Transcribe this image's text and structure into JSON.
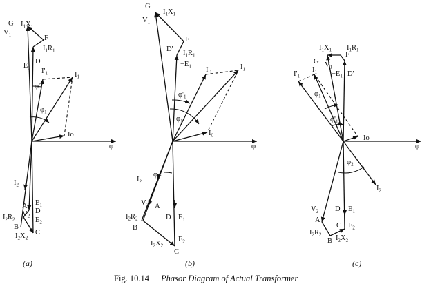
{
  "caption": {
    "fig_number": "Fig. 10.14",
    "title": "Phasor Diagram of Actual Transformer"
  },
  "diagrams": [
    {
      "sub_label": "(a)",
      "labels": [
        "G",
        "I1X1",
        "V1",
        "F",
        "I1R1",
        "D'",
        "−E1",
        "I'1",
        "I1",
        "φ'1",
        "φ1",
        "Io",
        "φ",
        "I2",
        "E1",
        "A",
        "V2",
        "D",
        "E2",
        "I2R2",
        "B",
        "I2X2",
        "C"
      ]
    },
    {
      "sub_label": "(b)",
      "labels": [
        "G",
        "I1X1",
        "V1",
        "F",
        "D'",
        "I1R1",
        "−E1",
        "I'1",
        "I1",
        "φ'1",
        "φ1",
        "I0",
        "φ",
        "I2",
        "φ2",
        "V2",
        "A",
        "I2R2",
        "B",
        "D",
        "E1",
        "I2X2",
        "E2",
        "C"
      ]
    },
    {
      "sub_label": "(c)",
      "labels": [
        "I1X1",
        "I1R1",
        "G",
        "V1",
        "F",
        "I'1",
        "I1",
        "−E1",
        "D'",
        "φ1",
        "φ'1",
        "Io",
        "φ",
        "φ2",
        "I2",
        "V2",
        "A",
        "D",
        "E1",
        "C",
        "E2",
        "I2R2",
        "B",
        "I2X2"
      ]
    }
  ]
}
